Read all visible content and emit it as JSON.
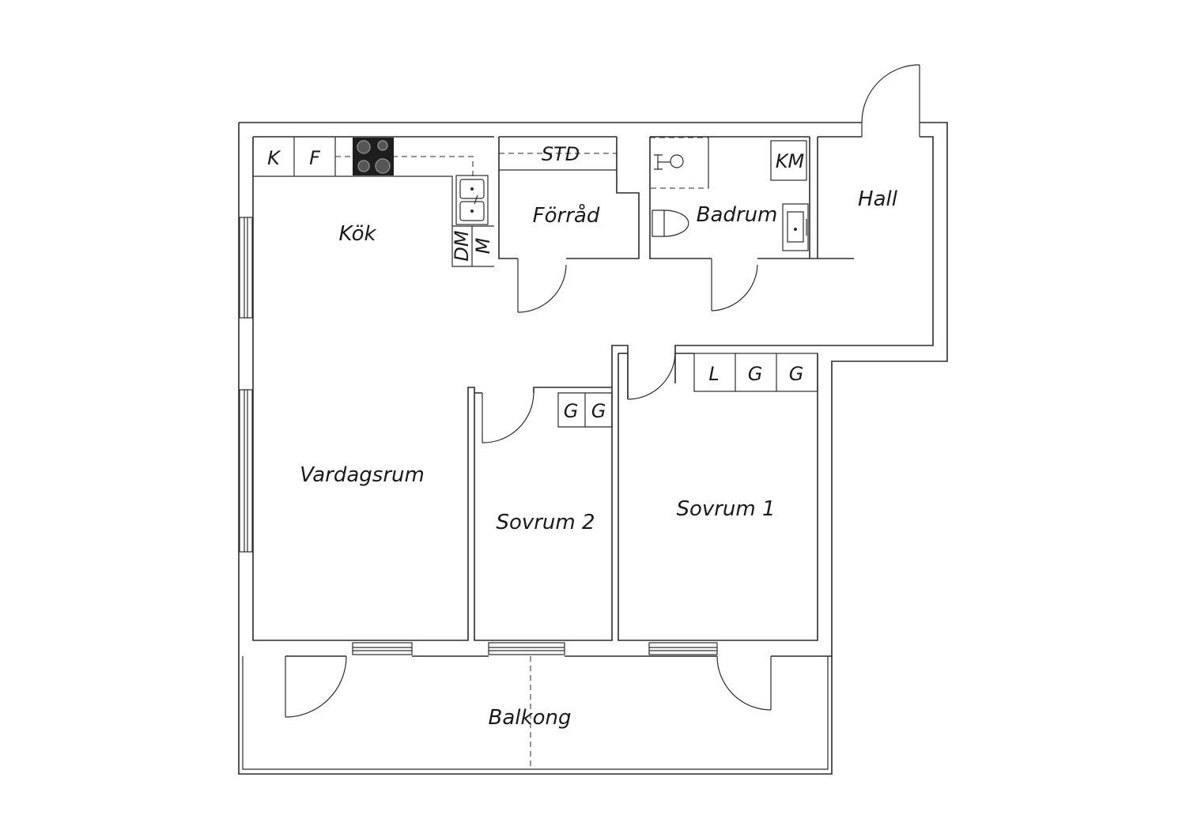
{
  "rooms": {
    "kok": "Kök",
    "forrad": "Förråd",
    "badrum": "Badrum",
    "hall": "Hall",
    "vardagsrum": "Vardagsrum",
    "sovrum2": "Sovrum 2",
    "sovrum1": "Sovrum 1",
    "balkong": "Balkong"
  },
  "fixtures": {
    "kyl": "K",
    "frys": "F",
    "diskmaskin": "DM",
    "mikro": "M",
    "stadskap": "STD",
    "klm": "KM",
    "linne": "L",
    "garderob": "G"
  },
  "colors": {
    "wall": "#2b2b2b",
    "stove": "#1e1e1e",
    "background": "#ffffff"
  }
}
